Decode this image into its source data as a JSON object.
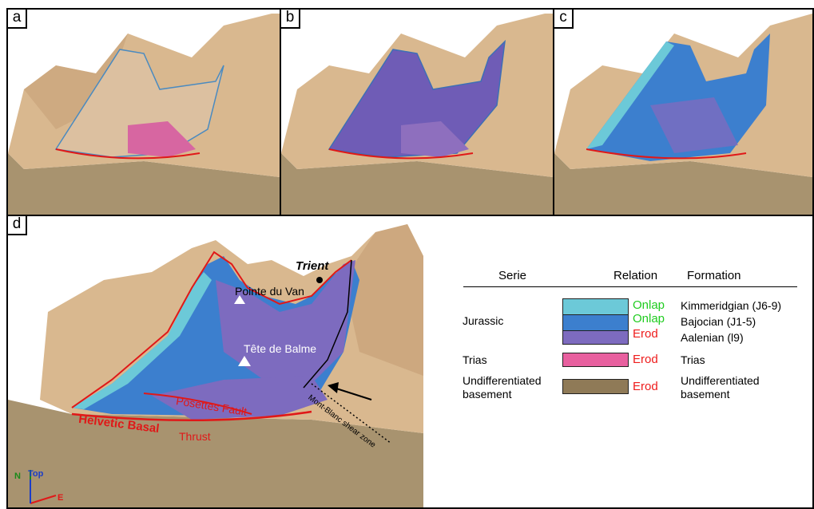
{
  "panels": {
    "a": {
      "label": "a"
    },
    "b": {
      "label": "b"
    },
    "c": {
      "label": "c"
    },
    "d": {
      "label": "d"
    }
  },
  "annotations": {
    "trient": "Trient",
    "pointe_du_van": "Pointe du Van",
    "tete_de_balme": "Tête de Balme",
    "posettes_fault": "Posettes Fault",
    "helvetic_basal": "Helvetic Basal",
    "thrust": "Thrust",
    "shear_zone": "Mont-Blanc shear zone"
  },
  "axes": {
    "north": "N",
    "top": "Top",
    "east": "E"
  },
  "legend": {
    "headers": {
      "serie": "Serie",
      "relation": "Relation",
      "formation": "Formation"
    },
    "rows": [
      {
        "serie": "Jurassic",
        "units": [
          {
            "relation": "Onlap",
            "formation": "Kimmeridgian (J6-9)",
            "color": "#6cc9d8",
            "relation_color": "#1fcc1f"
          },
          {
            "relation": "Onlap",
            "formation": "Bajocian (J1-5)",
            "color": "#3c7fce",
            "relation_color": "#1fcc1f"
          },
          {
            "relation": "Erod",
            "formation": "Aalenian (l9)",
            "color": "#7d6bbf",
            "relation_color": "#ee1c1c"
          }
        ]
      },
      {
        "serie": "Trias",
        "units": [
          {
            "relation": "Erod",
            "formation": "Trias",
            "color": "#e8609f",
            "relation_color": "#ee1c1c"
          }
        ]
      },
      {
        "serie": "Undifferentiated basement",
        "units": [
          {
            "relation": "Erod",
            "formation": "Undifferentiated basement",
            "color": "#8f7a57",
            "relation_color": "#ee1c1c"
          }
        ]
      }
    ]
  },
  "colors": {
    "terrain": "#d9b88f",
    "terrain_dark": "#a58a66",
    "base_block": "#a8936f",
    "fault_red": "#e01818"
  }
}
